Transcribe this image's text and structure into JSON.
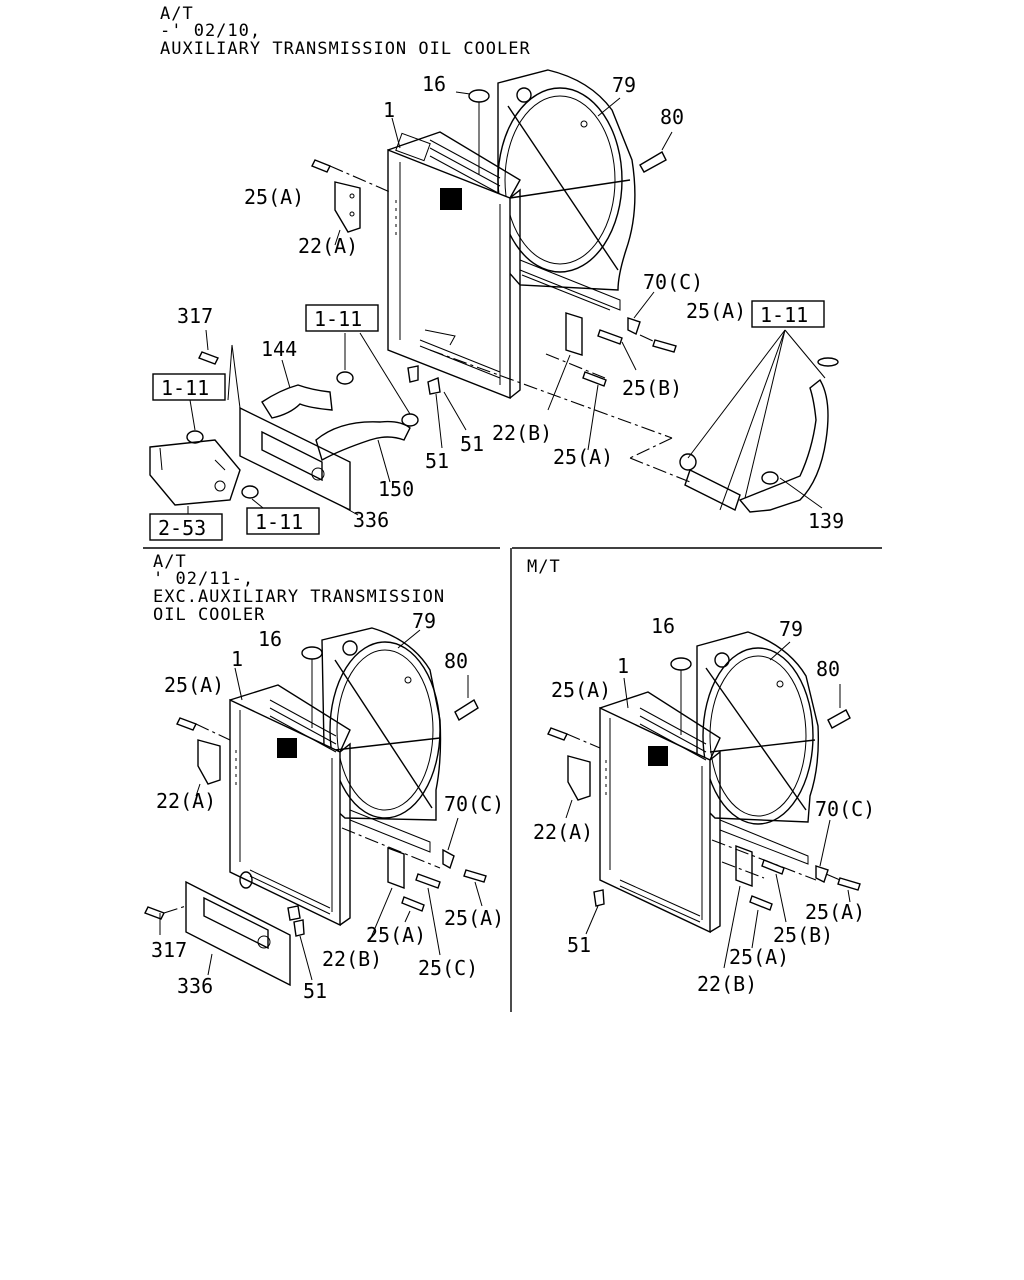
{
  "sections": {
    "top": {
      "header": [
        "A/T",
        "-' 02/10,",
        "AUXILIARY TRANSMISSION OIL COOLER"
      ]
    },
    "bottom_left": {
      "header": [
        "A/T",
        "' 02/11-,",
        "EXC.AUXILIARY TRANSMISSION",
        "OIL COOLER"
      ]
    },
    "bottom_right": {
      "header": [
        "M/T"
      ]
    }
  },
  "labels": {
    "top": {
      "p16": "16",
      "p79": "79",
      "p80": "80",
      "p1": "1",
      "p25a_1": "25(A)",
      "p22a": "22(A)",
      "p70c": "70(C)",
      "p25a_2": "25(A)",
      "p25b": "25(B)",
      "p22b": "22(B)",
      "p25a_3": "25(A)",
      "p317": "317",
      "p144": "144",
      "p51_1": "51",
      "p51_2": "51",
      "p150": "150",
      "p336": "336",
      "p139": "139",
      "ref1": "1-11",
      "ref2": "1-11",
      "ref3": "1-11",
      "ref4": "1-11",
      "ref5": "2-53"
    },
    "bl": {
      "p16": "16",
      "p79": "79",
      "p80": "80",
      "p1": "1",
      "p25a_1": "25(A)",
      "p22a": "22(A)",
      "p70c": "70(C)",
      "p25a_2": "25(A)",
      "p25a_3": "25(A)",
      "p22b": "22(B)",
      "p25c": "25(C)",
      "p317": "317",
      "p336": "336",
      "p51": "51"
    },
    "br": {
      "p16": "16",
      "p79": "79",
      "p80": "80",
      "p1": "1",
      "p25a_1": "25(A)",
      "p22a": "22(A)",
      "p70c": "70(C)",
      "p25a_2": "25(A)",
      "p25b": "25(B)",
      "p51": "51",
      "p25a_3": "25(A)",
      "p22b": "22(B)"
    }
  }
}
